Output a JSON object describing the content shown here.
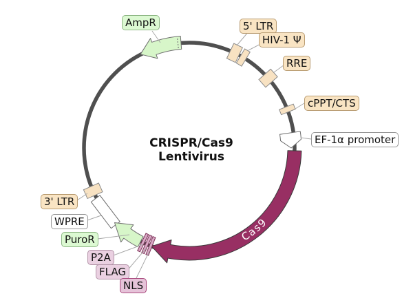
{
  "title": "CRISPR/Cas9 Lentivirus",
  "cas9_arc_label": "Cas9",
  "labels": {
    "ampr": "AmpR",
    "ltr5": "5' LTR",
    "hiv1_psi": "HIV-1 Ψ",
    "rre": "RRE",
    "cppt_cts": "cPPT/CTS",
    "ef1a_promoter": "EF-1α promoter",
    "ltr3": "3' LTR",
    "wpre": "WPRE",
    "puror": "PuroR",
    "p2a": "P2A",
    "flag": "FLAG",
    "nls": "NLS"
  },
  "colors": {
    "backbone": "#4f4f4f",
    "cds_green": "#d7f6c9",
    "regulatory_tan": "#f8e2c2",
    "promoter_white": "#ffffff",
    "cas9_maroon": "#982f63",
    "tag_plum": "#d9a9c6",
    "tag_plum_border": "#7c2f56",
    "outline_gray": "#6e6e6e",
    "leader_gray": "#a8a8a8",
    "cas9_text": "#ffffff"
  },
  "features": [
    {
      "label": "AmpR",
      "shape": "arrow",
      "direction": "counterclockwise",
      "color": "green"
    },
    {
      "label": "5' LTR",
      "shape": "box",
      "direction": "none",
      "color": "tan"
    },
    {
      "label": "HIV-1 Ψ",
      "shape": "box",
      "direction": "none",
      "color": "tan"
    },
    {
      "label": "RRE",
      "shape": "box",
      "direction": "none",
      "color": "tan"
    },
    {
      "label": "cPPT/CTS",
      "shape": "box",
      "direction": "none",
      "color": "tan"
    },
    {
      "label": "EF-1α promoter",
      "shape": "arrow",
      "direction": "clockwise",
      "color": "white"
    },
    {
      "label": "Cas9",
      "shape": "arrow",
      "direction": "clockwise",
      "color": "maroon"
    },
    {
      "label": "NLS",
      "shape": "thin-box",
      "direction": "none",
      "color": "plum"
    },
    {
      "label": "FLAG",
      "shape": "thin-box",
      "direction": "none",
      "color": "plum"
    },
    {
      "label": "P2A",
      "shape": "thin-box",
      "direction": "none",
      "color": "plum"
    },
    {
      "label": "PuroR",
      "shape": "arrow",
      "direction": "clockwise",
      "color": "green"
    },
    {
      "label": "WPRE",
      "shape": "box",
      "direction": "none",
      "color": "white"
    },
    {
      "label": "3' LTR",
      "shape": "box",
      "direction": "none",
      "color": "tan"
    }
  ]
}
